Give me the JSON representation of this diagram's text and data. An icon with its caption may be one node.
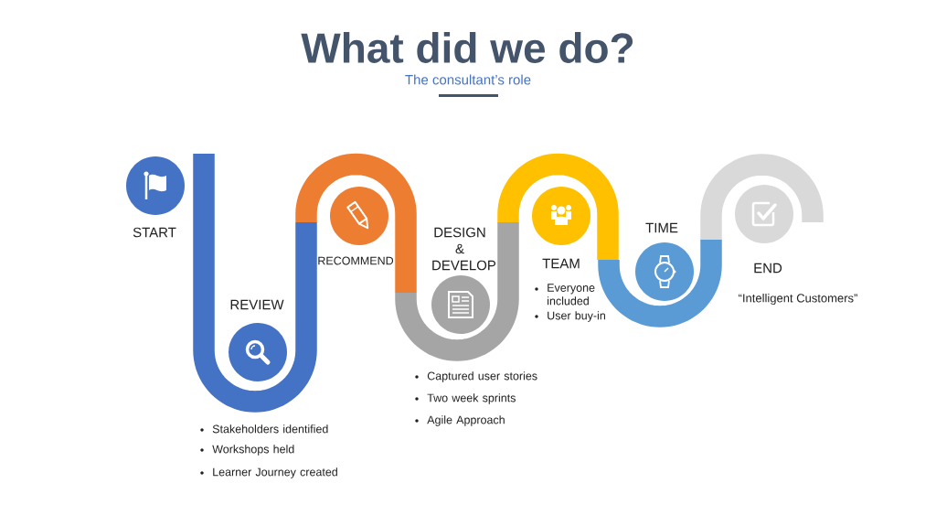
{
  "diagram": {
    "title": "What did we do?",
    "nodes": [
      {
        "text": [
          "START"
        ]
      },
      {
        "text": [
          "REVIEW",
          "Stakeholders identified",
          "Workshops held",
          "Learner Journey created"
        ]
      },
      {
        "text": [
          "RECOMMEND"
        ]
      },
      {
        "text": [
          "DESIGN & DEVELOP",
          "Captured user stories",
          "Two week sprints",
          "Agile Approach"
        ]
      },
      {
        "text": [
          "TEAM",
          "Everyone included",
          "User buy-in"
        ]
      },
      {
        "text": [
          "TIME"
        ]
      },
      {
        "text": [
          "END"
        ]
      }
    ],
    "labels": [
      "The consultant’s role",
      "“Intelligent Customers”"
    ]
  }
}
